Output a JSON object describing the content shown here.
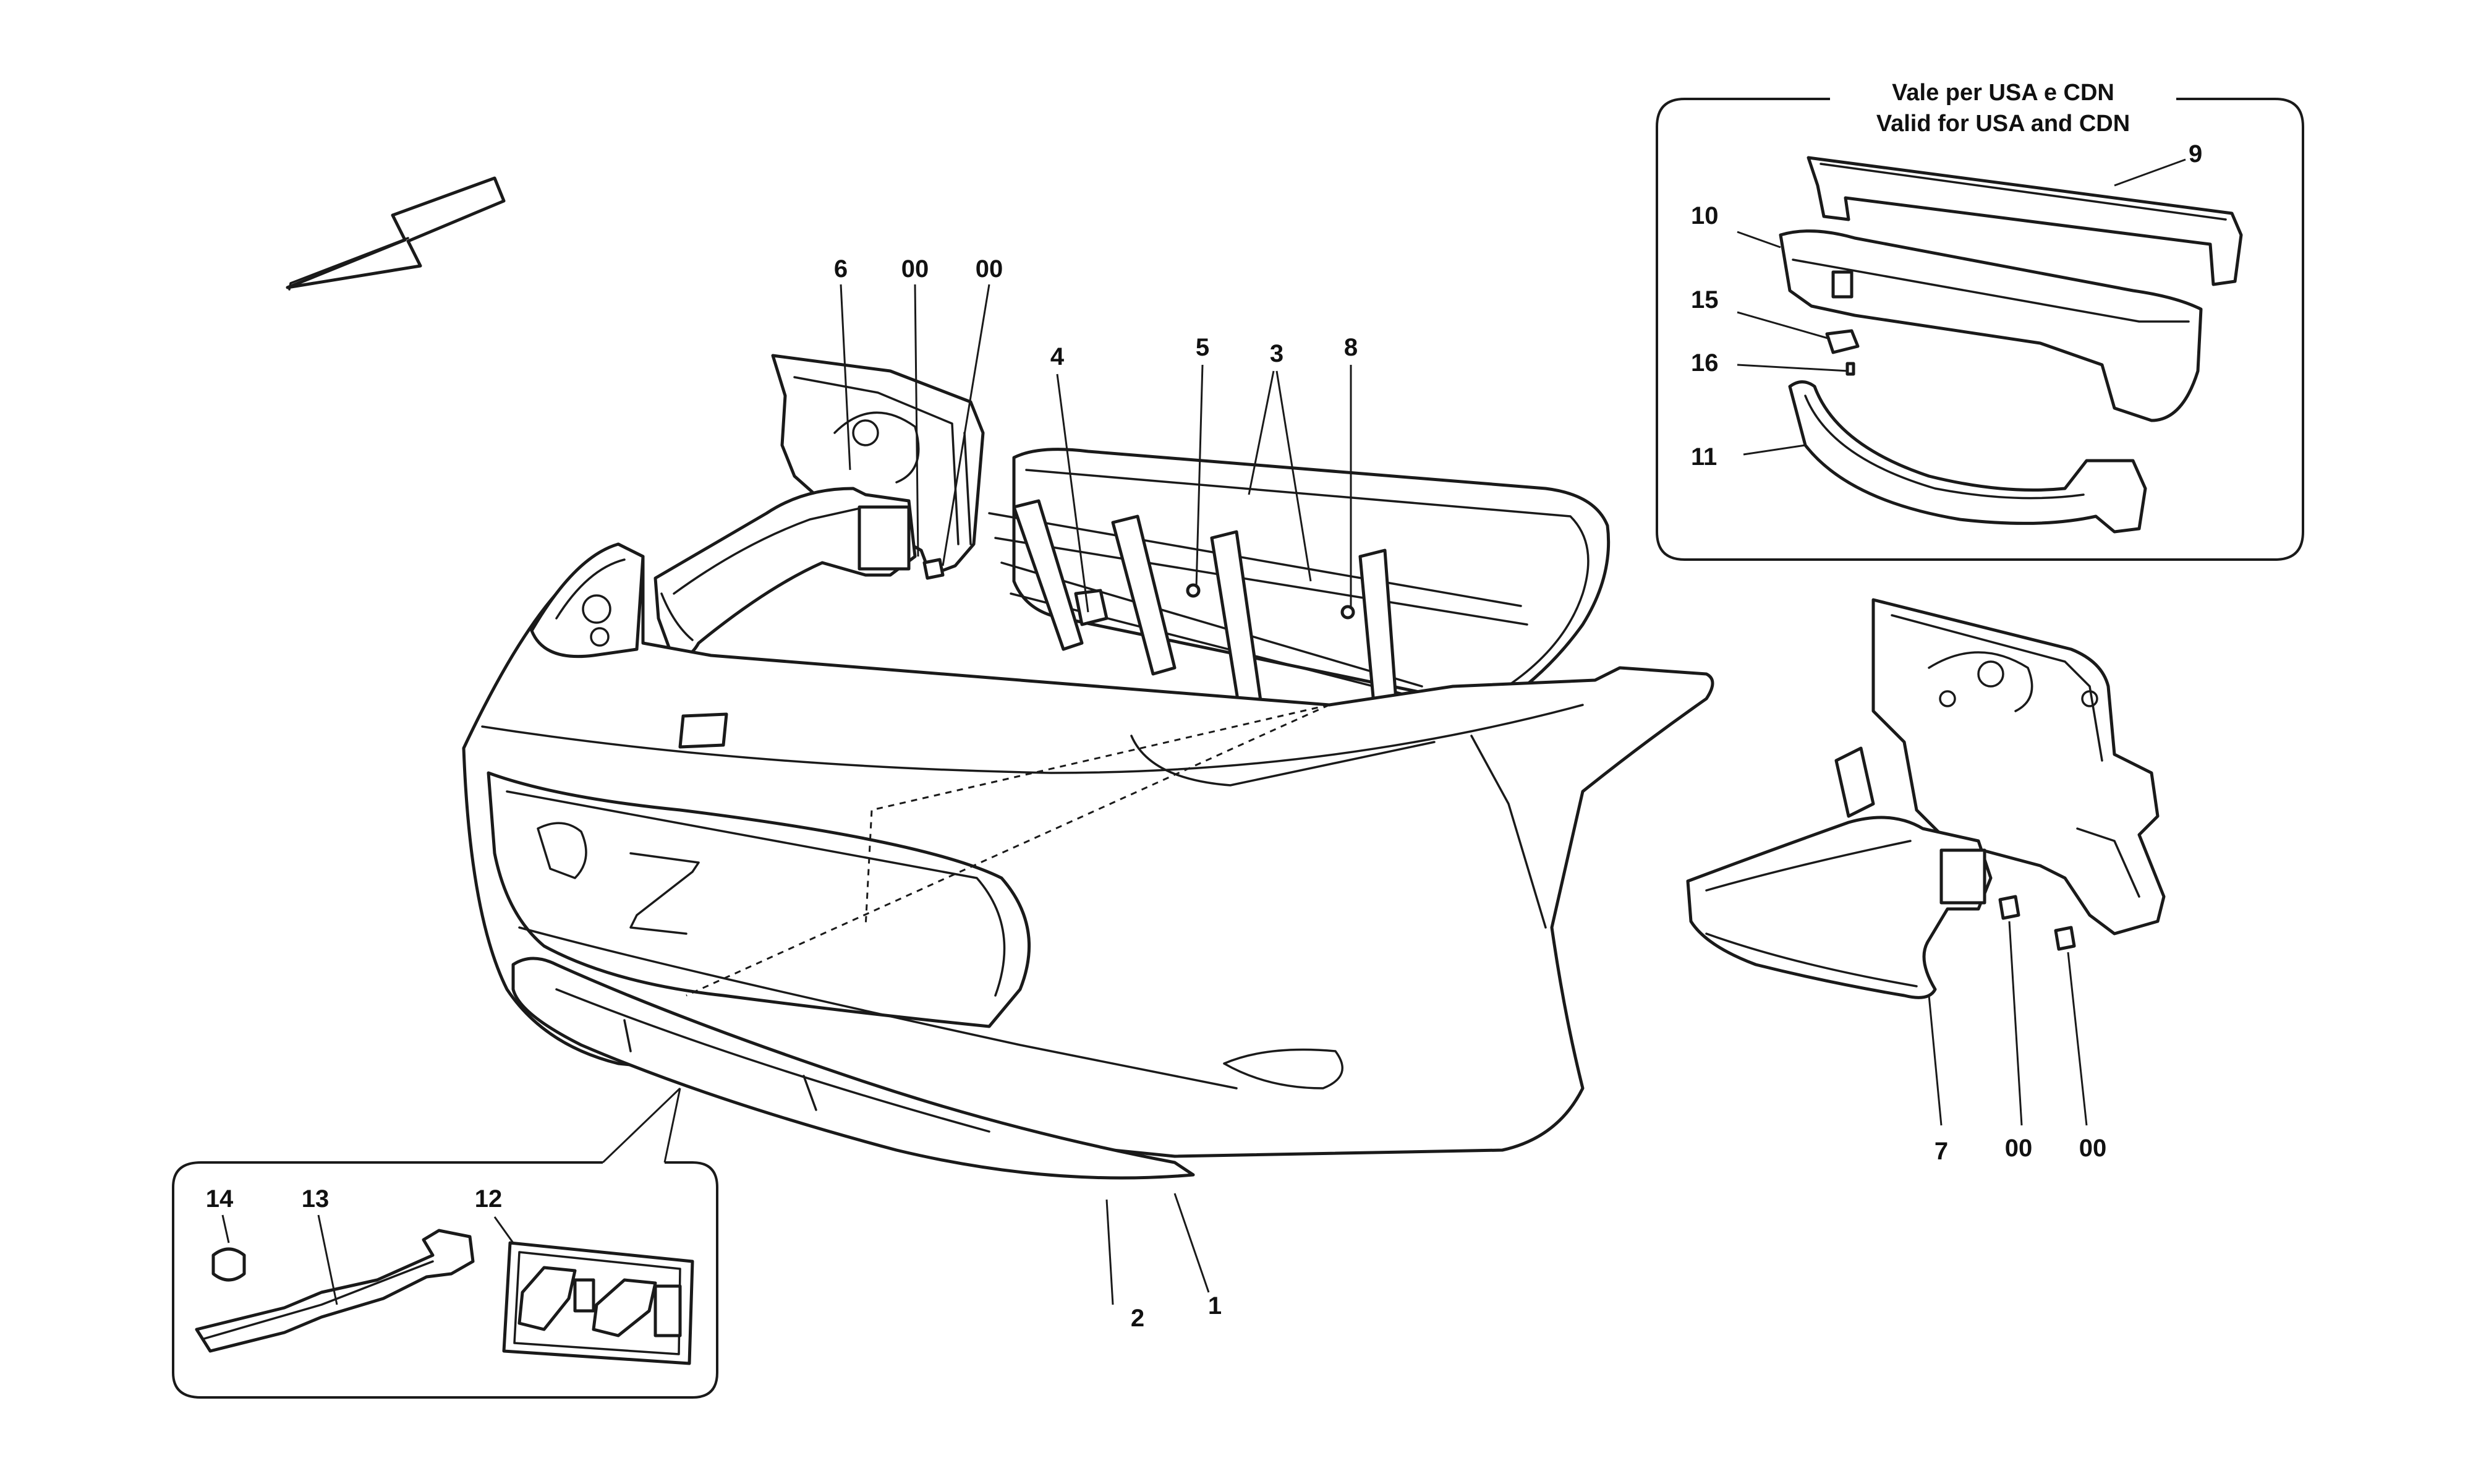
{
  "diagram": {
    "inset_top_right": {
      "title_line1": "Vale per USA e CDN",
      "title_line2": "Valid for USA and CDN"
    },
    "callouts": {
      "c1": "1",
      "c2": "2",
      "c3": "3",
      "c4": "4",
      "c5": "5",
      "c6": "6",
      "c7": "7",
      "c8": "8",
      "c9": "9",
      "c10": "10",
      "c11": "11",
      "c12": "12",
      "c13": "13",
      "c14": "14",
      "c15": "15",
      "c16": "16",
      "c00a": "00",
      "c00b": "00",
      "c00c": "00",
      "c00d": "00"
    },
    "icons": {
      "direction_arrow": "direction-arrow-icon"
    }
  }
}
